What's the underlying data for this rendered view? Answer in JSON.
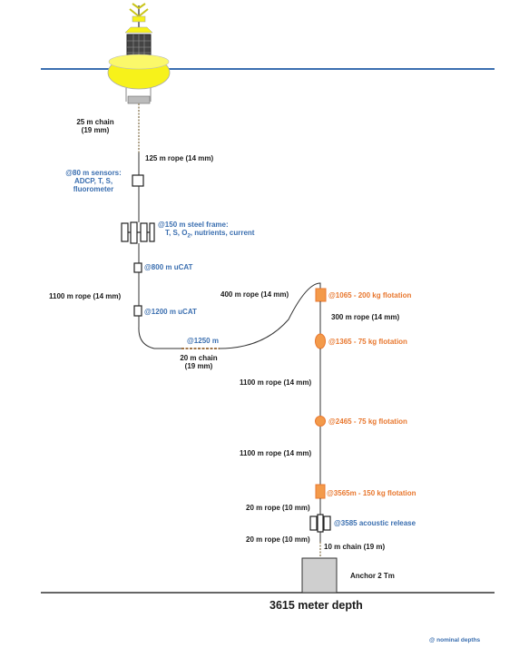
{
  "labels": {
    "chain_top": [
      "25 m chain",
      "(19 mm)"
    ],
    "rope_125": "125 m rope (14 mm)",
    "sensors_80": [
      "@80 m sensors:",
      "ADCP, T, S,",
      "fluorometer"
    ],
    "frame_150_line1": "@150 m steel frame:",
    "frame_150_line2_pre": "T, S, O",
    "frame_150_line2_sub": "2",
    "frame_150_line2_post": ", nutrients, current",
    "ucat_800": "@800 m uCAT",
    "rope_1100_left": "1100 m rope (14 mm)",
    "ucat_1200": "@1200 m uCAT",
    "point_1250": "@1250 m",
    "chain_20": [
      "20 m chain",
      "(19 mm)"
    ],
    "rope_400": "400 m rope (14 mm)",
    "flot_1065": "@1065 - 200 kg flotation",
    "rope_300": "300 m rope (14 mm)",
    "flot_1365": "@1365 - 75 kg flotation",
    "rope_1100_mid": "1100 m rope (14 mm)",
    "flot_2465": "@2465 - 75 kg flotation",
    "rope_1100_low": "1100 m rope (14 mm)",
    "flot_3565": "@3565m - 150 kg flotation",
    "rope_20_a": "20 m rope (10 mm)",
    "release_3585": "@3585 acoustic release",
    "rope_20_b": "20 m rope (10 mm)",
    "chain_10": "10 m chain (19 m)",
    "anchor": "Anchor 2 Tm",
    "depth": "3615 meter depth",
    "note": "@ nominal depths"
  },
  "icons": [
    "buoy-icon",
    "sensor-box-icon",
    "steel-frame-icon",
    "ucat-icon",
    "flotation-icon",
    "acoustic-release-icon",
    "anchor-block-icon"
  ],
  "colors": {
    "sea_surface": "#3b6fb0",
    "buoy": "#f7f21a",
    "flotation": "#f39a4a",
    "label_blue": "#3b6fb0",
    "label_orange": "#e8772e",
    "anchor": "#cfcfcf",
    "sea_floor": "#333333"
  }
}
